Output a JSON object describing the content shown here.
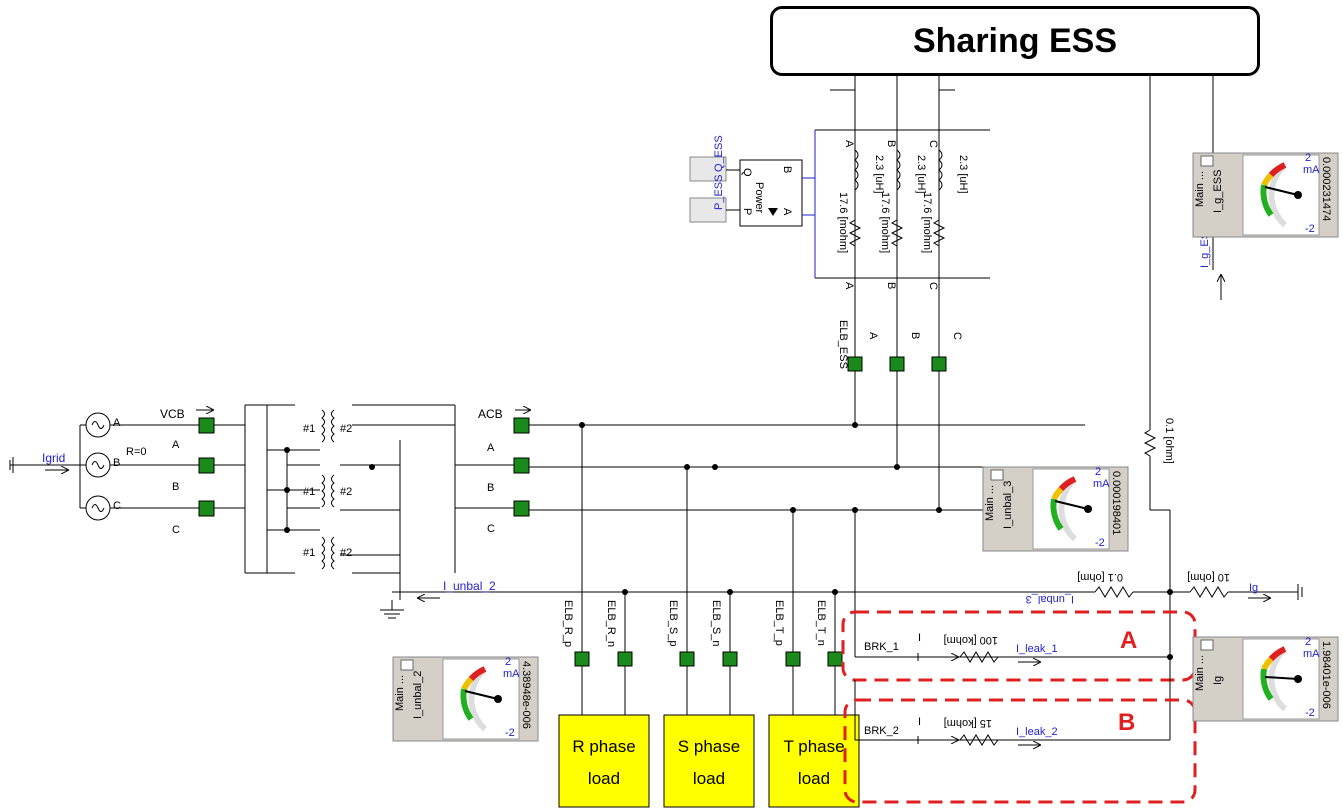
{
  "title": "Sharing ESS",
  "grid": {
    "current_label": "Igrid",
    "phases": [
      "A",
      "B",
      "C"
    ],
    "source_impedance": "R=0",
    "vcb_label": "VCB",
    "acb_label": "ACB",
    "transformer_primary": "#1",
    "transformer_secondary": "#2"
  },
  "ess": {
    "power_block": "Power",
    "power_ports": [
      "A",
      "B",
      "P",
      "Q"
    ],
    "power_meter_label": "P_ESS",
    "reactive_meter_label": "Q_ESS",
    "inductance": "2.3 [uH]",
    "resistance": "17.6 [mohm]",
    "elb_label": "ELB_ESS",
    "ground_resistance": "0.1 [ohm]",
    "ground_current": "I_g_ESS"
  },
  "bus": {
    "neutral_current_top": "I_unbal_2",
    "neutral_current_right": "I_unbal_3",
    "neutral_resistance": "0.1 [ohm]",
    "ground_resistance": "10 [ohm]",
    "ground_current": "Ig"
  },
  "loads": [
    {
      "elb_p": "ELB_R_p",
      "elb_n": "ELB_R_n",
      "line1": "R phase",
      "line2": "load"
    },
    {
      "elb_p": "ELB_S_p",
      "elb_n": "ELB_S_n",
      "line1": "S phase",
      "line2": "load"
    },
    {
      "elb_p": "ELB_T_p",
      "elb_n": "ELB_T_n",
      "line1": "T phase",
      "line2": "load"
    }
  ],
  "faults": [
    {
      "label": "A",
      "breaker": "BRK_1",
      "switch": "I",
      "resistance": "100 [kohm]",
      "current": "I_leak_1"
    },
    {
      "label": "B",
      "breaker": "BRK_2",
      "switch": "I",
      "resistance": "15 [kohm]",
      "current": "I_leak_2"
    }
  ],
  "meters": [
    {
      "panel": "Main ...",
      "signal": "I_g_ESS",
      "value": "0.000231474",
      "unit": "mA",
      "max": "2",
      "min": "-2"
    },
    {
      "panel": "Main ...",
      "signal": "I_unbal_3",
      "value": "0.000198401",
      "unit": "mA",
      "max": "2",
      "min": "-2"
    },
    {
      "panel": "Main ...",
      "signal": "I_unbal_2",
      "value": "4.38948e-006",
      "unit": "mA",
      "max": "2",
      "min": "-2"
    },
    {
      "panel": "Main ...",
      "signal": "Ig",
      "value": "1.98401e-006",
      "unit": "mA",
      "max": "2",
      "min": "-2"
    }
  ],
  "colors": {
    "wire": "#000000",
    "breaker": "#1a8a1a",
    "load": "#ffff00",
    "annotation": "#1f1fd0",
    "fault_border": "#e02020",
    "meter_panel": "#d4d0c8"
  }
}
